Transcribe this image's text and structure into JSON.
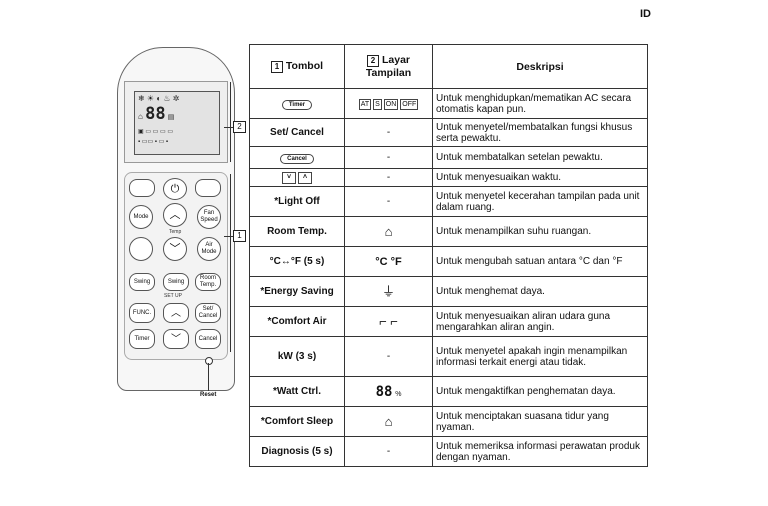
{
  "lang_tag": "ID",
  "remote": {
    "mode": "Mode",
    "fan_speed": "Fan\nSpeed",
    "temp": "Temp",
    "air_mode": "Air\nMode",
    "swing1": "Swing",
    "swing2": "Swing",
    "room_temp": "Room\nTemp.",
    "set_up": "SET UP",
    "func": "FUNC.",
    "set_cancel": "Set/\nCancel",
    "timer": "Timer",
    "cancel": "Cancel",
    "reset": "Reset",
    "lcd_digits": "88"
  },
  "callouts": {
    "lcd": "2",
    "buttons": "1"
  },
  "table": {
    "headers": {
      "tombol_num": "1",
      "tombol": "Tombol",
      "layar_num": "2",
      "layar": "Layar Tampilan",
      "deskripsi": "Deskripsi"
    },
    "rows": [
      {
        "tombol": "",
        "tombol_icon": "Timer",
        "layar": "",
        "layar_boxes": [
          "AT",
          "S",
          "ON",
          "OFF"
        ],
        "deskripsi": "Untuk menghidupkan/mematikan AC secara otomatis kapan pun."
      },
      {
        "tombol": "Set/ Cancel",
        "layar": "-",
        "deskripsi": "Untuk menyetel/membatalkan fungsi khusus serta pewaktu."
      },
      {
        "tombol": "",
        "tombol_icon": "Cancel",
        "layar": "-",
        "deskripsi": "Untuk membatalkan setelan pewaktu."
      },
      {
        "tombol": "",
        "tombol_arrows": [
          "˅",
          "˄"
        ],
        "layar": "-",
        "deskripsi": "Untuk menyesuaikan waktu."
      },
      {
        "tombol": "*Light Off",
        "layar": "-",
        "deskripsi": "Untuk menyetel kecerahan tampilan pada unit dalam ruang."
      },
      {
        "tombol": "Room Temp.",
        "layar_icon": "⌂",
        "deskripsi": "Untuk menampilkan suhu ruangan."
      },
      {
        "tombol": "°C↔°F (5 s)",
        "layar_icon": "°C °F",
        "deskripsi": "Untuk mengubah satuan antara °C dan °F"
      },
      {
        "tombol": "*Energy Saving",
        "layar_icon": "⏚",
        "deskripsi": "Untuk menghemat daya."
      },
      {
        "tombol": "*Comfort Air",
        "layar_icon": "⌐ ⌐",
        "deskripsi": "Untuk menyesuaikan aliran udara guna mengarahkan aliran angin."
      },
      {
        "tombol": "kW (3 s)",
        "layar": "-",
        "deskripsi": "Untuk menyetel apakah ingin menampilkan informasi terkait energi atau tidak."
      },
      {
        "tombol": "*Watt Ctrl.",
        "layar_icon": "88",
        "layar_unit": "%",
        "deskripsi": "Untuk mengaktifkan penghematan daya."
      },
      {
        "tombol": "*Comfort Sleep",
        "layar_icon": "⌂",
        "deskripsi": "Untuk menciptakan suasana tidur yang nyaman."
      },
      {
        "tombol": "Diagnosis (5 s)",
        "layar": "-",
        "deskripsi": "Untuk memeriksa informasi perawatan produk dengan nyaman."
      }
    ]
  }
}
